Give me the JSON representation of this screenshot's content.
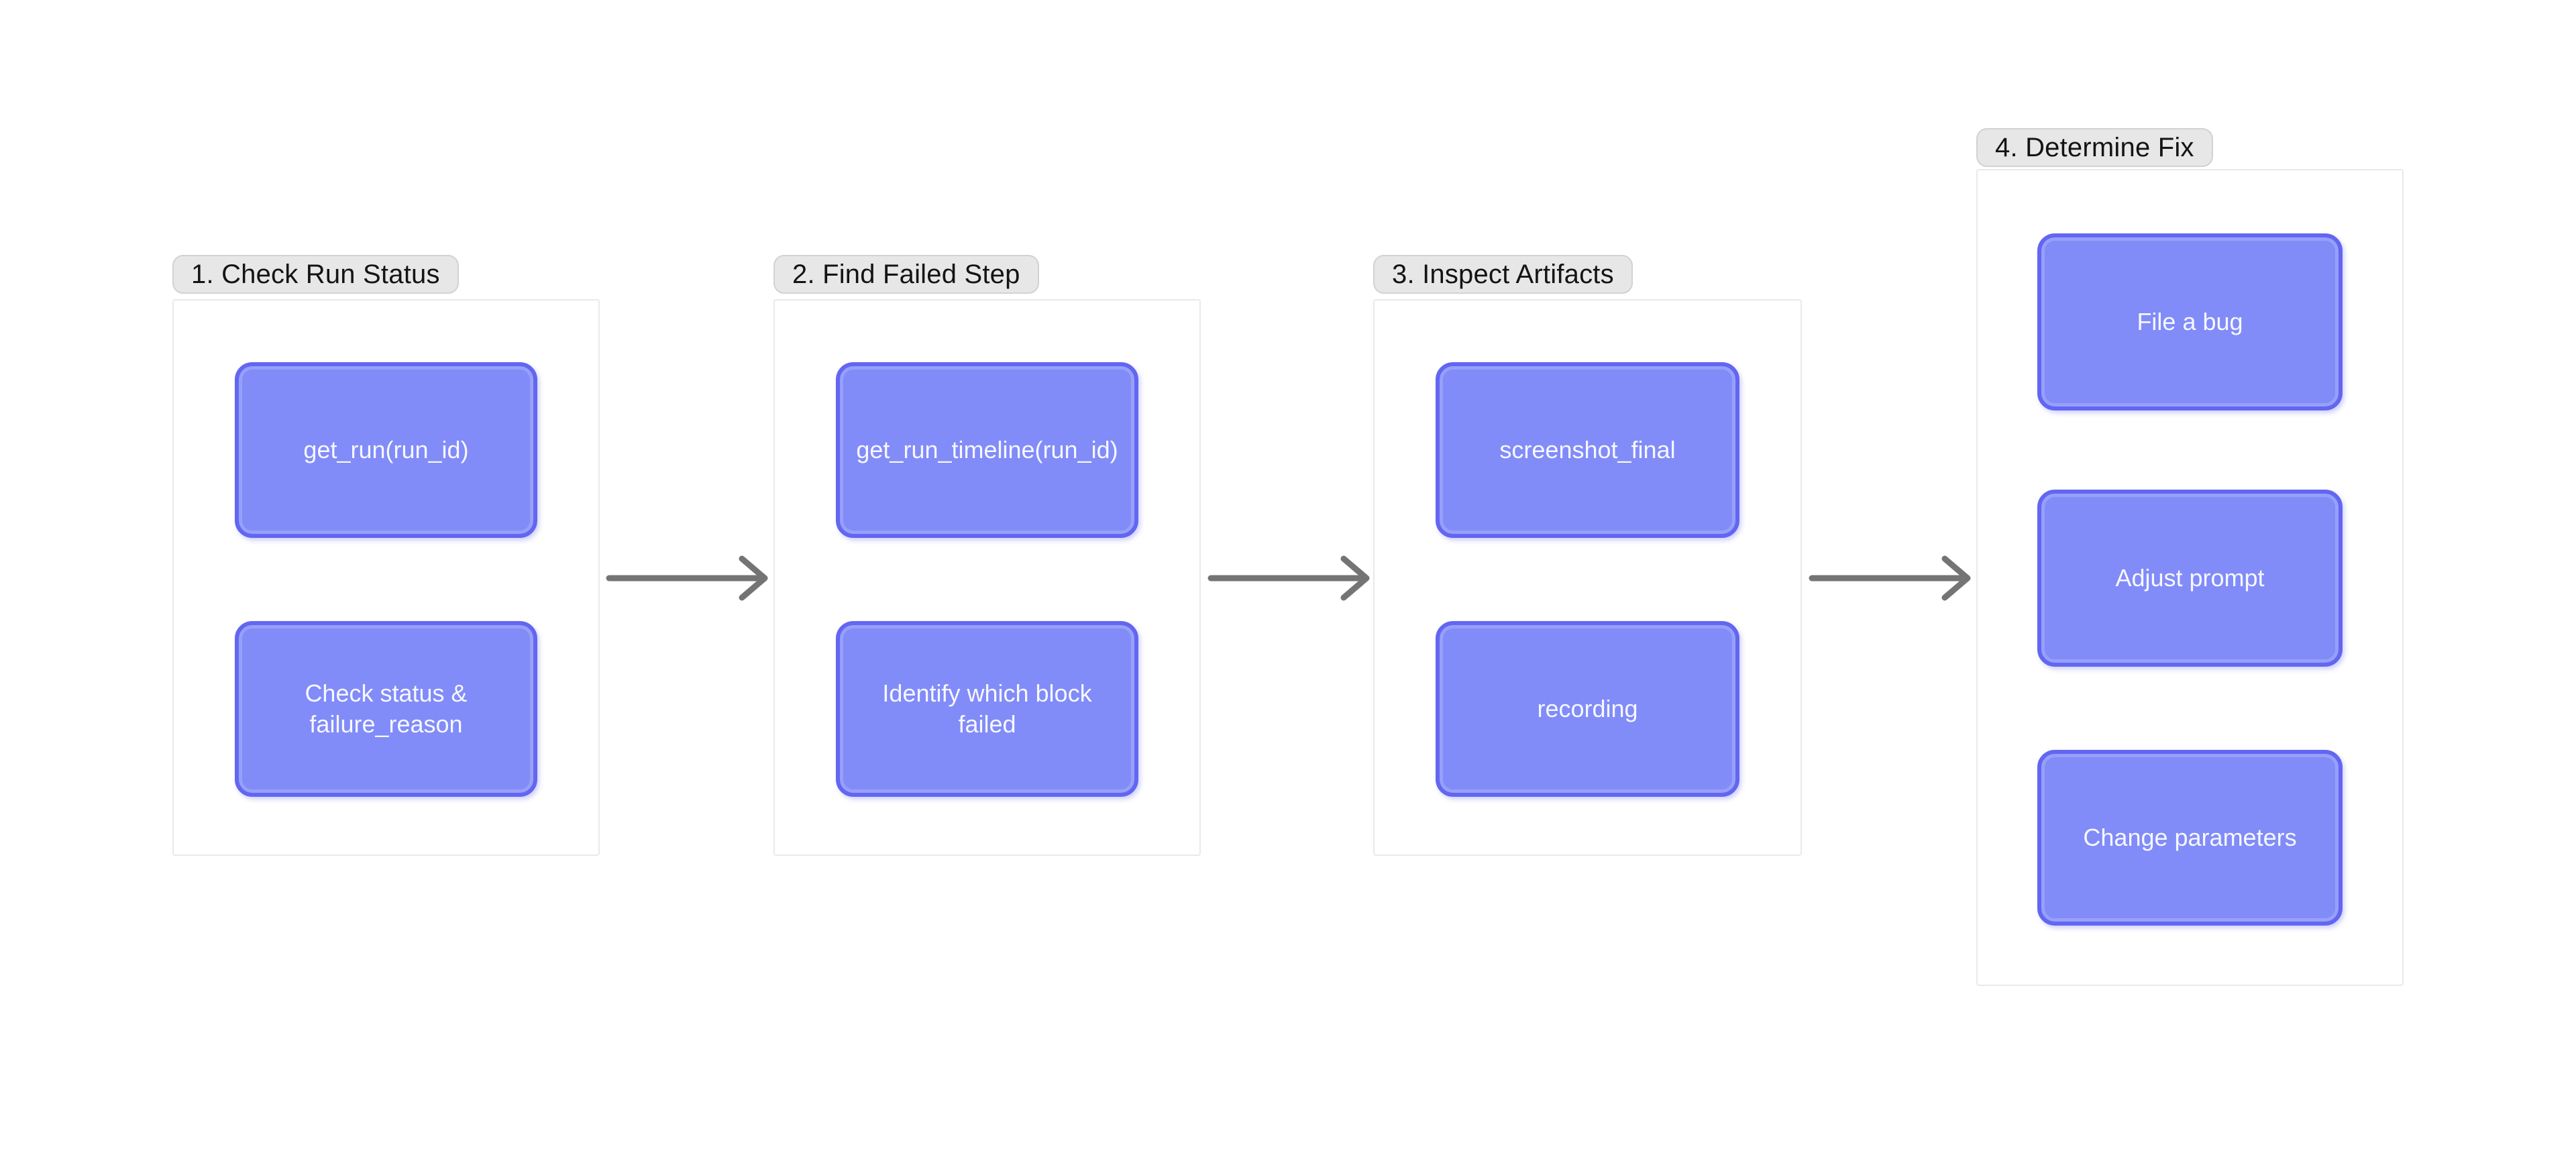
{
  "page": {
    "background": "#ffffff"
  },
  "colors": {
    "node_fill": "#818cf8",
    "node_border": "#6366f1",
    "node_text": "#f7f7ff",
    "chip_bg": "#e7e7e7",
    "chip_border": "#d2d2d2",
    "chip_text": "#141414",
    "panel_border": "#e9e9e9",
    "arrow": "#747474"
  },
  "diagram": {
    "groups": [
      {
        "label": "1. Check Run Status",
        "nodes": [
          "get_run(run_id)",
          "Check status & failure_reason"
        ]
      },
      {
        "label": "2. Find Failed Step",
        "nodes": [
          "get_run_timeline(run_id)",
          "Identify which block failed"
        ]
      },
      {
        "label": "3. Inspect Artifacts",
        "nodes": [
          "screenshot_final",
          "recording"
        ]
      },
      {
        "label": "4. Determine Fix",
        "nodes": [
          "File a bug",
          "Adjust prompt",
          "Change parameters"
        ]
      }
    ],
    "arrows": [
      {
        "from": "1. Check Run Status",
        "to": "2. Find Failed Step"
      },
      {
        "from": "2. Find Failed Step",
        "to": "3. Inspect Artifacts"
      },
      {
        "from": "3. Inspect Artifacts",
        "to": "4. Determine Fix"
      }
    ]
  }
}
